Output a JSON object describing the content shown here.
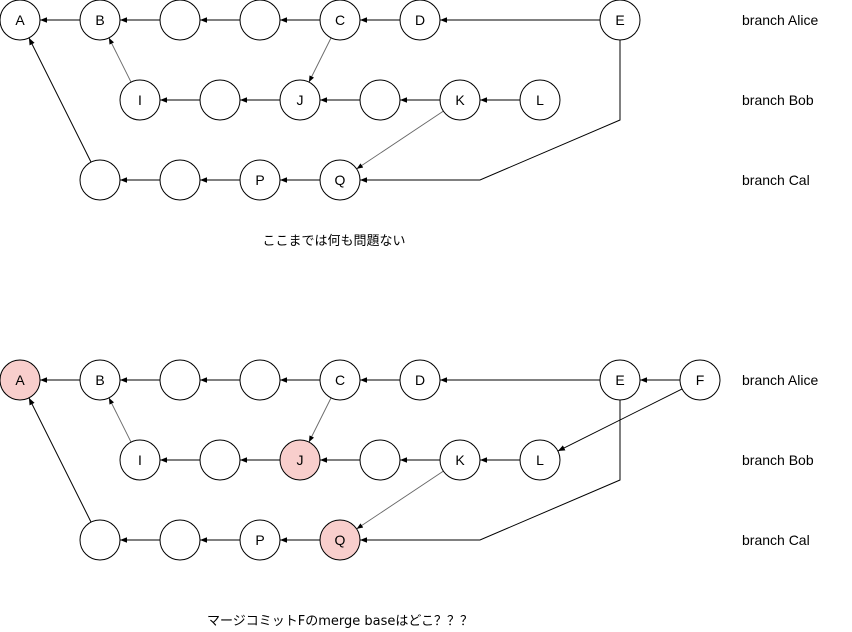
{
  "colors": {
    "stroke": "#000000",
    "thin_edge": "#666666",
    "node_fill": "#ffffff",
    "highlight_fill": "#f8cecc",
    "highlight_stroke": "#b85450"
  },
  "diagrams": [
    {
      "caption": "ここまでは何も問題ない",
      "branches": [
        "branch Alice",
        "branch Bob",
        "branch Cal"
      ],
      "nodes": [
        {
          "id": "A",
          "label": "A"
        },
        {
          "id": "B",
          "label": "B"
        },
        {
          "id": "a3",
          "label": ""
        },
        {
          "id": "a4",
          "label": ""
        },
        {
          "id": "C",
          "label": "C"
        },
        {
          "id": "D",
          "label": "D"
        },
        {
          "id": "E",
          "label": "E"
        },
        {
          "id": "I",
          "label": "I"
        },
        {
          "id": "b2",
          "label": ""
        },
        {
          "id": "J",
          "label": "J"
        },
        {
          "id": "b4",
          "label": ""
        },
        {
          "id": "K",
          "label": "K"
        },
        {
          "id": "L",
          "label": "L"
        },
        {
          "id": "c1",
          "label": ""
        },
        {
          "id": "c2",
          "label": ""
        },
        {
          "id": "P",
          "label": "P"
        },
        {
          "id": "Q",
          "label": "Q"
        }
      ],
      "edges": [
        [
          "B",
          "A"
        ],
        [
          "a3",
          "B"
        ],
        [
          "a4",
          "a3"
        ],
        [
          "C",
          "a4"
        ],
        [
          "D",
          "C"
        ],
        [
          "E",
          "D"
        ],
        [
          "L",
          "K"
        ],
        [
          "K",
          "b4"
        ],
        [
          "b4",
          "J"
        ],
        [
          "J",
          "b2"
        ],
        [
          "b2",
          "I"
        ],
        [
          "I",
          "B"
        ],
        [
          "C",
          "J"
        ],
        [
          "Q",
          "P"
        ],
        [
          "P",
          "c2"
        ],
        [
          "c2",
          "c1"
        ],
        [
          "c1",
          "A"
        ],
        [
          "K",
          "Q"
        ],
        [
          "E",
          "Q"
        ]
      ],
      "highlighted": []
    },
    {
      "caption": "マージコミットFのmerge baseはどこ？？？",
      "branches": [
        "branch Alice",
        "branch Bob",
        "branch Cal"
      ],
      "nodes": [
        {
          "id": "A",
          "label": "A"
        },
        {
          "id": "B",
          "label": "B"
        },
        {
          "id": "a3",
          "label": ""
        },
        {
          "id": "a4",
          "label": ""
        },
        {
          "id": "C",
          "label": "C"
        },
        {
          "id": "D",
          "label": "D"
        },
        {
          "id": "E",
          "label": "E"
        },
        {
          "id": "F",
          "label": "F"
        },
        {
          "id": "I",
          "label": "I"
        },
        {
          "id": "b2",
          "label": ""
        },
        {
          "id": "J",
          "label": "J"
        },
        {
          "id": "b4",
          "label": ""
        },
        {
          "id": "K",
          "label": "K"
        },
        {
          "id": "L",
          "label": "L"
        },
        {
          "id": "c1",
          "label": ""
        },
        {
          "id": "c2",
          "label": ""
        },
        {
          "id": "P",
          "label": "P"
        },
        {
          "id": "Q",
          "label": "Q"
        }
      ],
      "edges": [
        [
          "B",
          "A"
        ],
        [
          "a3",
          "B"
        ],
        [
          "a4",
          "a3"
        ],
        [
          "C",
          "a4"
        ],
        [
          "D",
          "C"
        ],
        [
          "E",
          "D"
        ],
        [
          "F",
          "E"
        ],
        [
          "F",
          "L"
        ],
        [
          "L",
          "K"
        ],
        [
          "K",
          "b4"
        ],
        [
          "b4",
          "J"
        ],
        [
          "J",
          "b2"
        ],
        [
          "b2",
          "I"
        ],
        [
          "I",
          "B"
        ],
        [
          "C",
          "J"
        ],
        [
          "Q",
          "P"
        ],
        [
          "P",
          "c2"
        ],
        [
          "c2",
          "c1"
        ],
        [
          "c1",
          "A"
        ],
        [
          "K",
          "Q"
        ],
        [
          "E",
          "Q"
        ]
      ],
      "highlighted": [
        "A",
        "J",
        "Q"
      ]
    }
  ]
}
